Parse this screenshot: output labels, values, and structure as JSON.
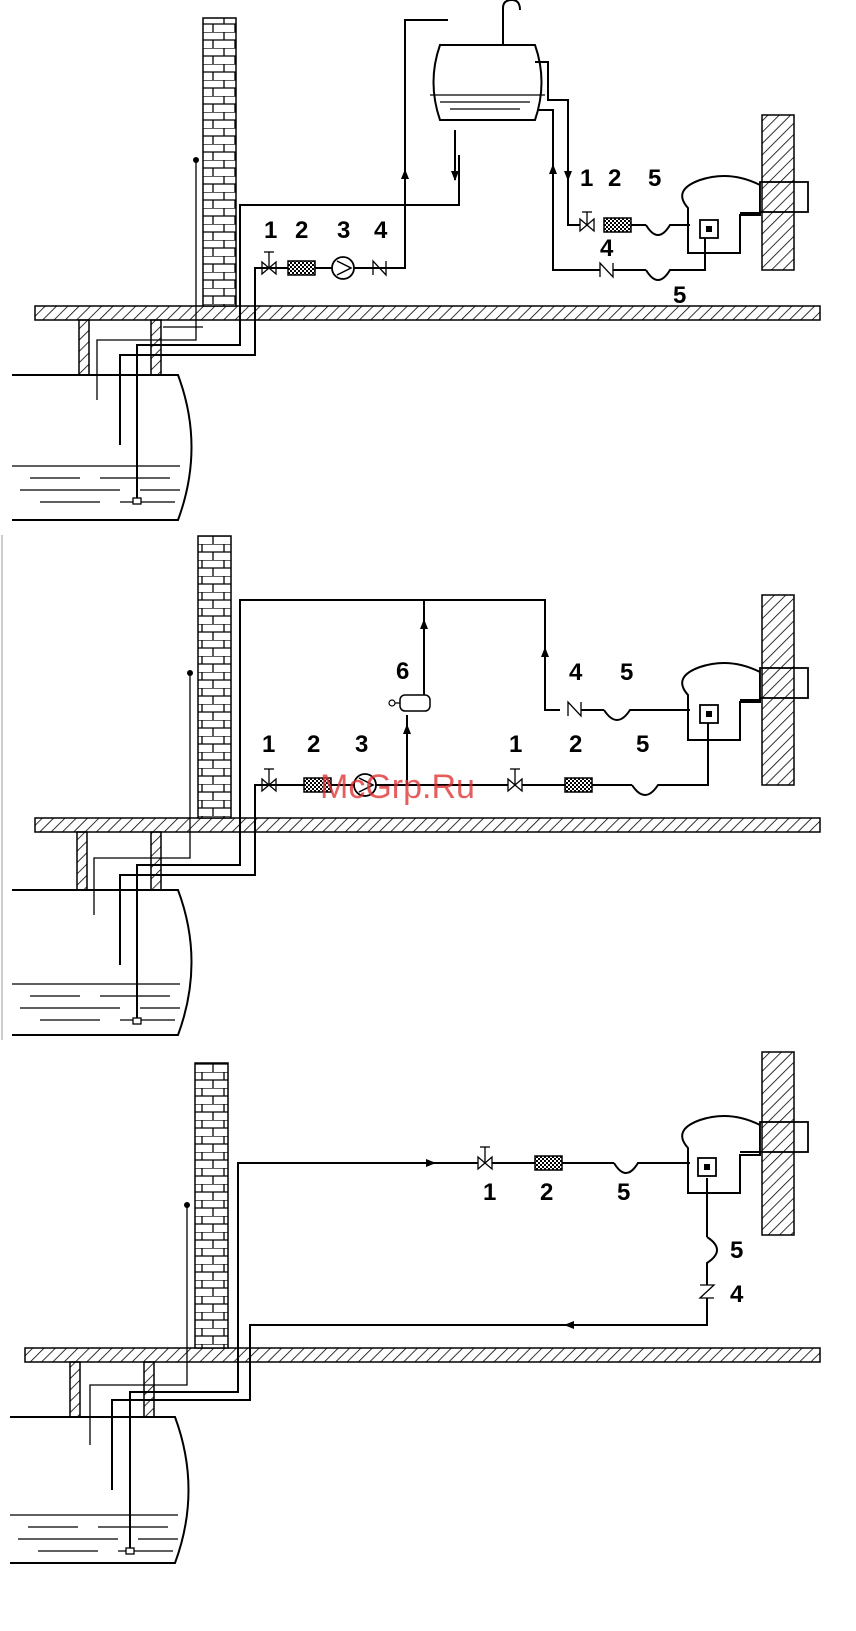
{
  "watermark": "McGrp.Ru",
  "diagrams": [
    {
      "labels_row1": [
        "1",
        "2",
        "3",
        "4"
      ],
      "labels_row2": [
        "1",
        "2",
        "5"
      ],
      "label_check": "4",
      "label_loop": "5"
    },
    {
      "label_top4": "4",
      "label_top5": "5",
      "label_gauge": "6",
      "labels_bottom": [
        "1",
        "2",
        "3",
        "1",
        "2",
        "5"
      ]
    },
    {
      "labels_supply": [
        "1",
        "2",
        "5"
      ],
      "label_return5": "5",
      "label_return4": "4"
    }
  ]
}
